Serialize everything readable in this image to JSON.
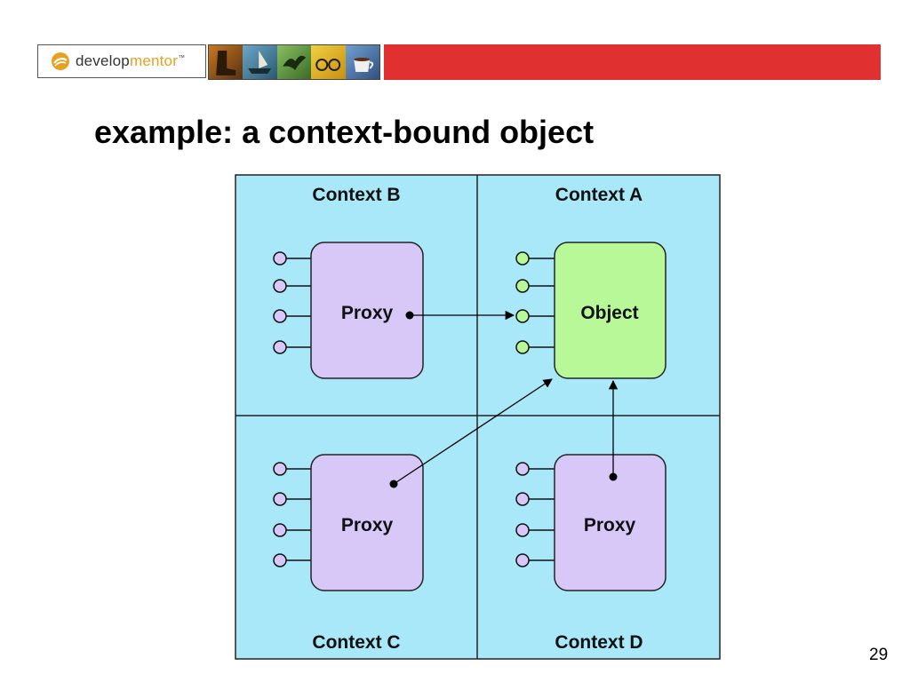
{
  "header": {
    "logo_text_main": "develop",
    "logo_text_accent": "mentor",
    "logo_trademark": "™",
    "accent_color": "#e03030",
    "photo_tiles": [
      "boot-icon",
      "ship-icon",
      "bird-icon",
      "glasses-icon",
      "coffee-cup-icon"
    ]
  },
  "slide": {
    "title": "example: a context-bound object",
    "page_number": "29"
  },
  "diagram": {
    "colors": {
      "context_fill": "#a8e8f8",
      "proxy_fill": "#d8c8f8",
      "object_fill": "#b8f898"
    },
    "contexts": [
      {
        "label": "Context B"
      },
      {
        "label": "Context A"
      },
      {
        "label": "Context C"
      },
      {
        "label": "Context D"
      }
    ],
    "boxes": [
      {
        "label": "Proxy"
      },
      {
        "label": "Object"
      },
      {
        "label": "Proxy"
      },
      {
        "label": "Proxy"
      }
    ]
  }
}
